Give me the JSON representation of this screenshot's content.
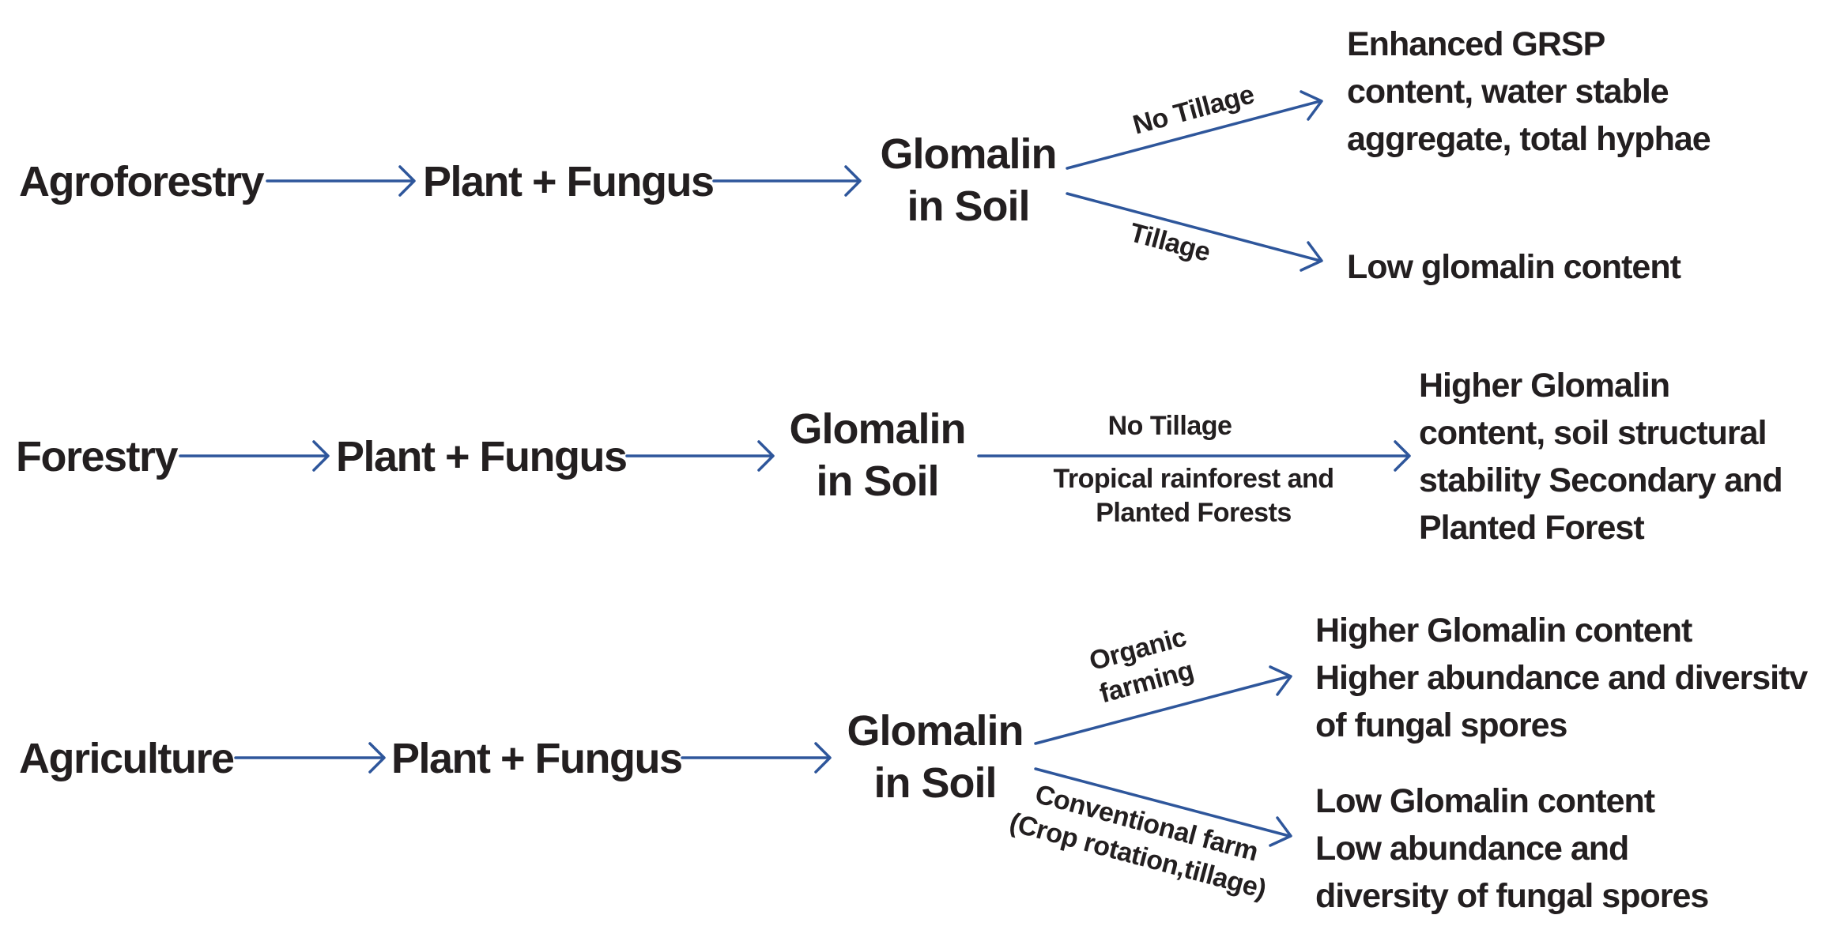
{
  "colors": {
    "arrow": "#2e569b",
    "text": "#231f20"
  },
  "rows": {
    "agroforestry": {
      "source": "Agroforestry",
      "mid": "Plant + Fungus",
      "hub_line1": "Glomalin",
      "hub_line2": "in Soil",
      "branch_top_label": "No Tillage",
      "branch_top_outcome": [
        "Enhanced GRSP",
        "content, water stable",
        "aggregate, total hyphae"
      ],
      "branch_bottom_label": "Tillage",
      "branch_bottom_outcome": [
        "Low glomalin content"
      ]
    },
    "forestry": {
      "source": "Forestry",
      "mid": "Plant + Fungus",
      "hub_line1": "Glomalin",
      "hub_line2": "in Soil",
      "edge_label_top": "No Tillage",
      "edge_label_bottom": [
        "Tropical rainforest and",
        "Planted Forests"
      ],
      "outcome": [
        "Higher Glomalin",
        "content, soil structural",
        "stability Secondary and",
        "Planted Forest"
      ]
    },
    "agriculture": {
      "source": "Agriculture",
      "mid": "Plant + Fungus",
      "hub_line1": "Glomalin",
      "hub_line2": "in Soil",
      "branch_top_label": [
        "Organic",
        "farming"
      ],
      "branch_top_outcome": [
        "Higher Glomalin content",
        "Higher abundance and diversitv",
        "of fungal spores"
      ],
      "branch_bottom_label": [
        "Conventional farm",
        "(Crop rotation,tillage)"
      ],
      "branch_bottom_outcome": [
        "Low Glomalin content",
        "Low abundance and",
        "diversity of fungal spores"
      ]
    }
  }
}
